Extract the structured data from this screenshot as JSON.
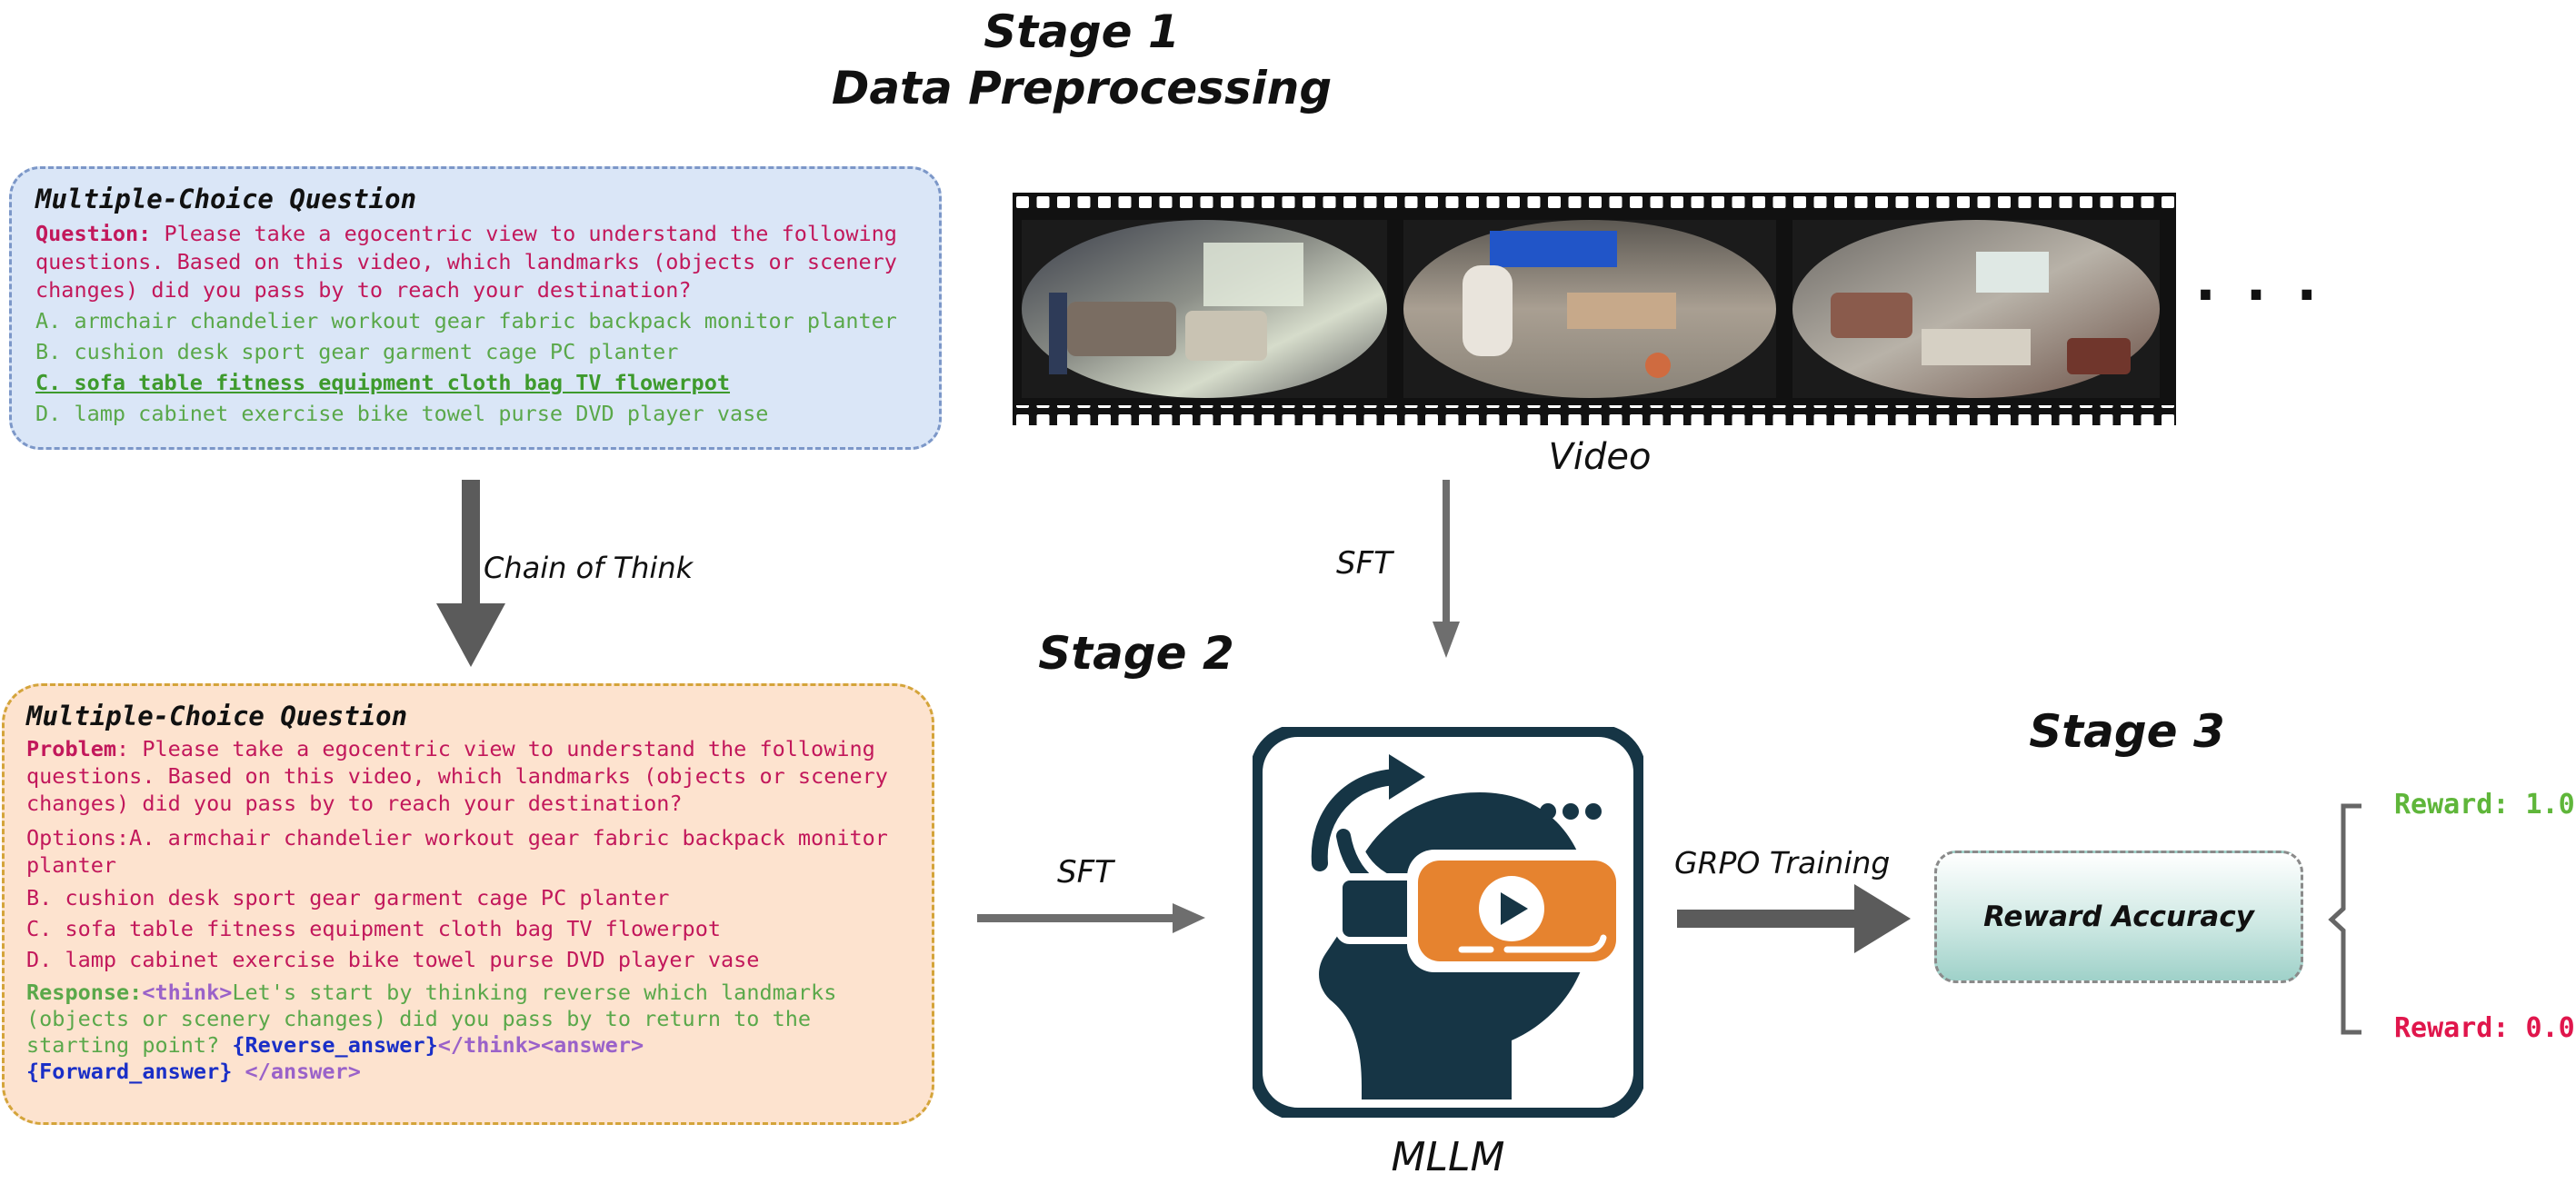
{
  "stage1": {
    "line1": "Stage 1",
    "line2": "Data Preprocessing"
  },
  "stage2": "Stage 2",
  "stage3": "Stage 3",
  "question_box": {
    "title": "Multiple-Choice Question",
    "question_label": "Question:",
    "question_text": " Please take a egocentric view to understand the following questions. Based on this video, which landmarks (objects or scenery changes) did you pass by to reach your destination?",
    "option_a": "A. armchair chandelier workout gear fabric backpack monitor planter",
    "option_b": "B. cushion desk sport gear garment cage PC planter",
    "option_c": "C. sofa table fitness equipment cloth bag TV flowerpot",
    "option_d": "D. lamp cabinet exercise bike towel purse DVD player vase"
  },
  "problem_box": {
    "title": "Multiple-Choice Question",
    "problem_label": "Problem",
    "problem_text": ": Please take a egocentric view to understand the following questions. Based on this video, which landmarks (objects or scenery changes) did you pass by to reach your destination?",
    "options_a": "Options:A. armchair chandelier workout gear fabric backpack monitor planter",
    "option_b": "B. cushion desk sport gear garment cage PC planter",
    "option_c": "C. sofa table fitness equipment cloth bag TV flowerpot",
    "option_d": "D. lamp cabinet exercise bike towel purse DVD player vase",
    "response_label": "Response:",
    "think_open": "<think>",
    "response_text": "Let's start by thinking reverse which landmarks (objects or scenery changes) did you pass by to return to the starting point? ",
    "reverse_answer": "{Reverse_answer}",
    "think_close": "</think>",
    "answer_open": "<answer>",
    "forward_answer": "{Forward_answer}",
    "answer_close": " </answer>"
  },
  "labels": {
    "chain_of_think": "Chain of Think",
    "video": "Video",
    "sft_top": "SFT",
    "sft_left": "SFT",
    "grpo": "GRPO Training",
    "mllm": "MLLM",
    "ellipsis": "· · ·"
  },
  "reward_box": {
    "label": "Reward Accuracy"
  },
  "rewards": {
    "high": "Reward: 1.0",
    "low": "Reward: 0.0"
  },
  "colors": {
    "reward_high": "#5fb63a",
    "reward_low": "#e0164c",
    "icon_dark": "#163545",
    "icon_orange": "#e6832f"
  }
}
